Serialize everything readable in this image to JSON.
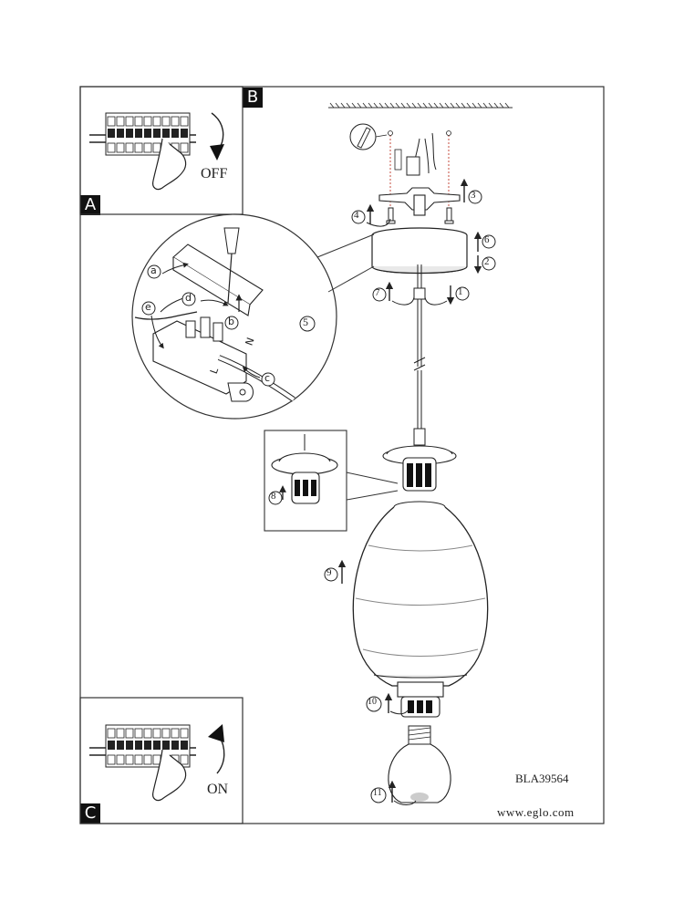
{
  "labels": {
    "corner_a": "A",
    "corner_b": "B",
    "corner_c": "C",
    "off_text": "OFF",
    "on_text": "ON",
    "model_code": "BLA39564",
    "website": "www.eglo.com"
  },
  "step_numbers": [
    "1",
    "2",
    "3",
    "4",
    "5",
    "6",
    "7",
    "8",
    "9",
    "10",
    "11"
  ],
  "wire_letters": [
    "a",
    "b",
    "c",
    "d",
    "e"
  ],
  "terminal_marks": [
    "N",
    "L"
  ]
}
